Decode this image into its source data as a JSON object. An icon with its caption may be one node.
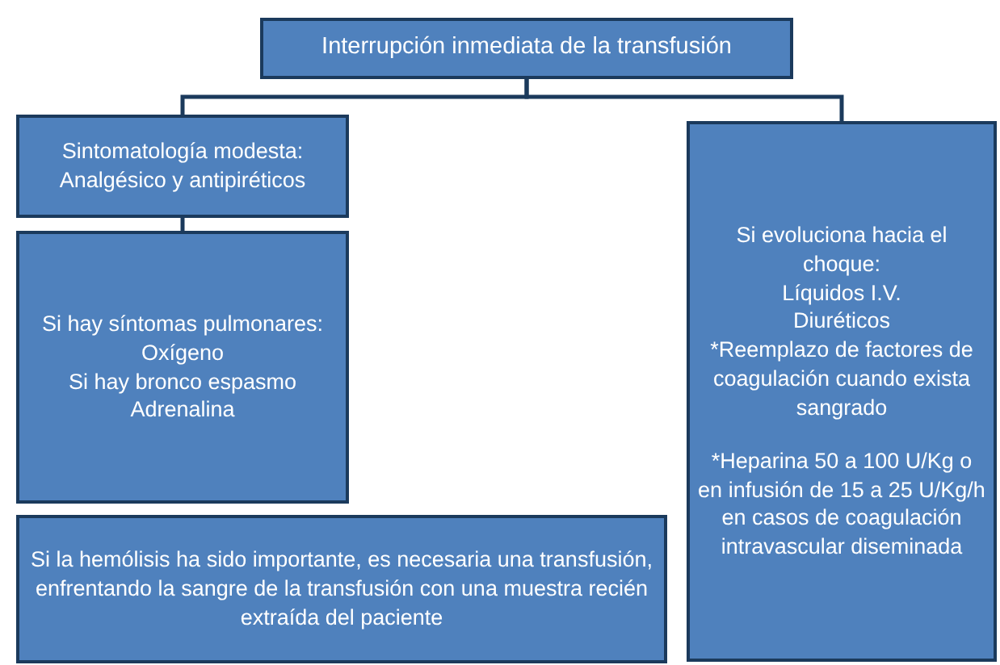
{
  "diagram": {
    "nodes": [
      {
        "text": [
          "Interrupción inmediata de la transfusión"
        ]
      },
      {
        "text": [
          "Sintomatología modesta:",
          "Analgésico y antipiréticos"
        ]
      },
      {
        "text": [
          "Si hay síntomas pulmonares:",
          "Oxígeno",
          "Si hay bronco espasmo",
          "Adrenalina"
        ]
      },
      {
        "text": [
          "Si la hemólisis ha sido importante, es necesaria una transfusión, enfrentando la sangre de la transfusión con una muestra recién extraída del paciente"
        ]
      },
      {
        "text": [
          "Si evoluciona hacia el choque:",
          "Líquidos I.V.",
          "Diuréticos",
          "*Reemplazo de factores de coagulación cuando exista sangrado",
          "*Heparina 50 a 100 U/Kg o en infusión de 15 a 25 U/Kg/h en casos de coagulación intravascular diseminada"
        ]
      }
    ],
    "edges": [
      {
        "from": 0,
        "to": 1,
        "arrow": "none"
      },
      {
        "from": 0,
        "to": 4,
        "arrow": "none"
      },
      {
        "from": 1,
        "to": 2,
        "arrow": "none"
      }
    ]
  }
}
